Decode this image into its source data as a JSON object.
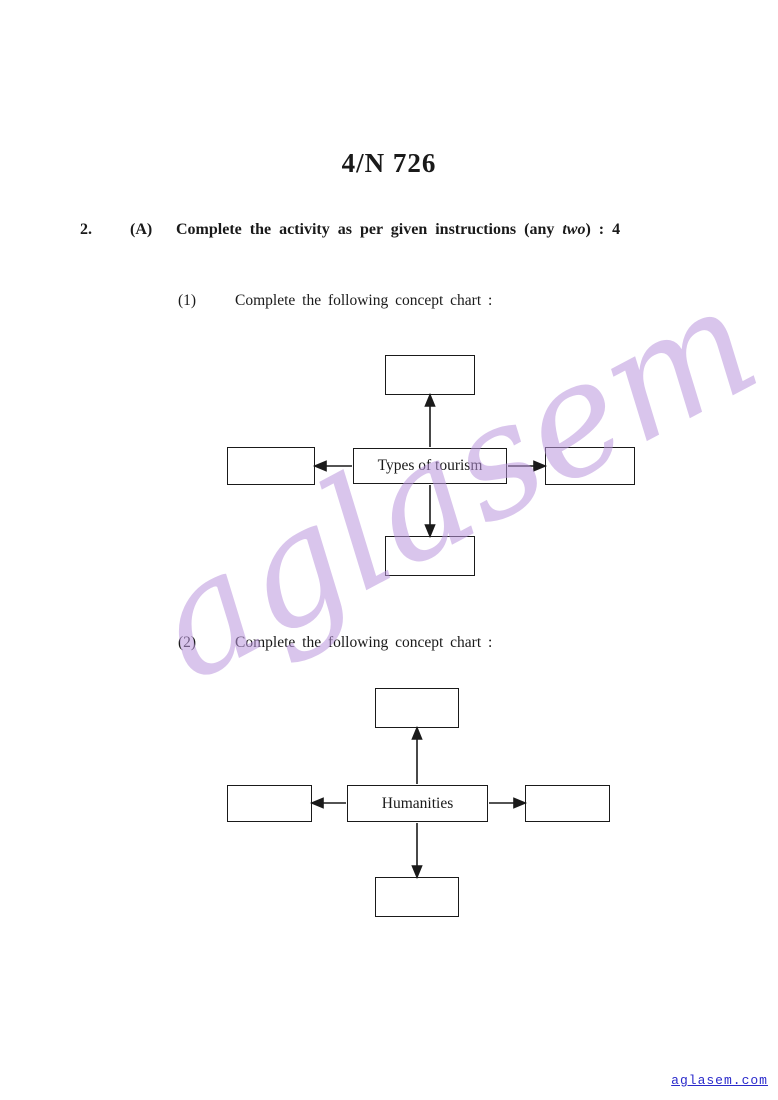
{
  "page": {
    "title": "4/N 726",
    "question": {
      "number": "2.",
      "part": "(A)",
      "text_before": "Complete the activity as per given instructions (any ",
      "text_italic": "two",
      "text_after": ") : 4"
    },
    "sub1": {
      "number": "(1)",
      "text": "Complete the following concept chart :"
    },
    "sub2": {
      "number": "(2)",
      "text": "Complete the following concept chart :"
    },
    "chart1": {
      "center_label": "Types of tourism",
      "blank_boxes": [
        "top",
        "left",
        "right",
        "bottom"
      ]
    },
    "chart2": {
      "center_label": "Humanities",
      "blank_boxes": [
        "top",
        "left",
        "right",
        "bottom"
      ]
    },
    "watermark": "aglasem",
    "footer": "aglasem.com",
    "colors": {
      "watermark": "#b996dd",
      "footer_link": "#2a2acb",
      "line": "#1a1a1a"
    }
  }
}
